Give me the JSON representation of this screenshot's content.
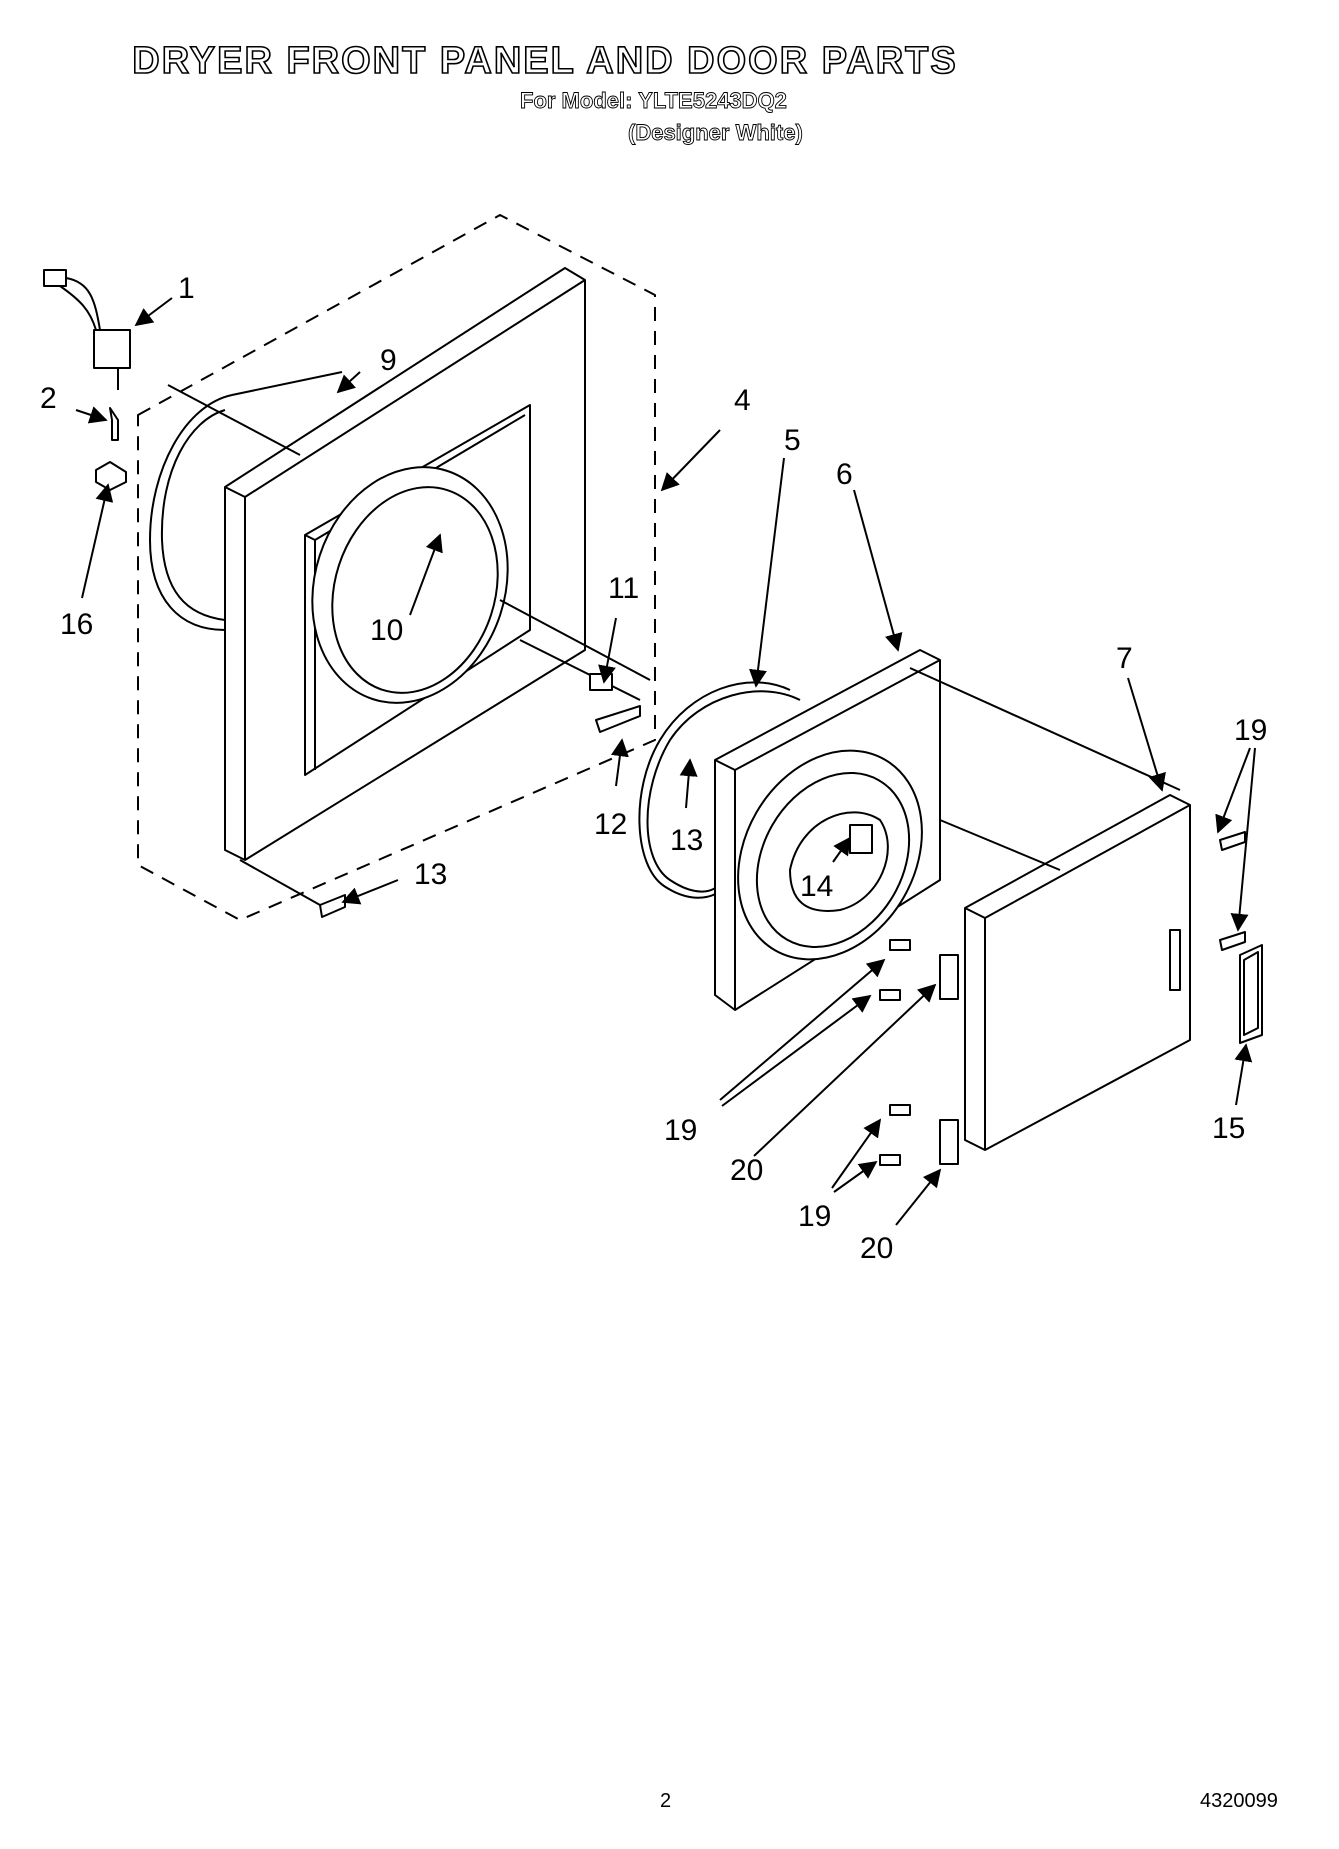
{
  "header": {
    "title": "DRYER FRONT PANEL AND DOOR PARTS",
    "model_line": "For Model: YLTE5243DQ2",
    "color_line": "(Designer White)"
  },
  "callouts": [
    {
      "id": "c1",
      "label": "1"
    },
    {
      "id": "c2",
      "label": "2"
    },
    {
      "id": "c16",
      "label": "16"
    },
    {
      "id": "c9",
      "label": "9"
    },
    {
      "id": "c4",
      "label": "4"
    },
    {
      "id": "c5",
      "label": "5"
    },
    {
      "id": "c6",
      "label": "6"
    },
    {
      "id": "c10",
      "label": "10"
    },
    {
      "id": "c11",
      "label": "11"
    },
    {
      "id": "c12",
      "label": "12"
    },
    {
      "id": "c13a",
      "label": "13"
    },
    {
      "id": "c13b",
      "label": "13"
    },
    {
      "id": "c14",
      "label": "14"
    },
    {
      "id": "c7",
      "label": "7"
    },
    {
      "id": "c19a",
      "label": "19"
    },
    {
      "id": "c19b",
      "label": "19"
    },
    {
      "id": "c19c",
      "label": "19"
    },
    {
      "id": "c20a",
      "label": "20"
    },
    {
      "id": "c20b",
      "label": "20"
    },
    {
      "id": "c15",
      "label": "15"
    }
  ],
  "footer": {
    "page_number": "2",
    "doc_code": "4320099"
  }
}
